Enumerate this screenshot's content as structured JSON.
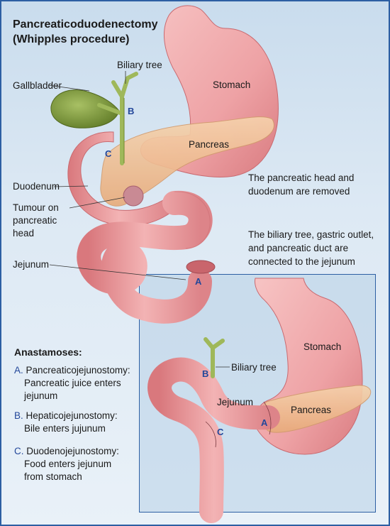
{
  "title": {
    "line1": "Pancreaticoduodenectomy",
    "line2": "(Whipples procedure)"
  },
  "labels": {
    "biliary_tree": "Biliary tree",
    "gallbladder": "Gallbladder",
    "stomach": "Stomach",
    "pancreas": "Pancreas",
    "duodenum": "Duodenum",
    "tumour_l1": "Tumour on",
    "tumour_l2": "pancreatic",
    "tumour_l3": "head",
    "jejunum": "Jejunum",
    "B": "B",
    "C": "C",
    "A": "A"
  },
  "notes": {
    "removed_l1": "The pancreatic head and",
    "removed_l2": "duodenum are removed",
    "connected_l1": "The biliary tree, gastric outlet,",
    "connected_l2": "and pancreatic duct are",
    "connected_l3": "connected to the jejunum"
  },
  "inset": {
    "stomach": "Stomach",
    "biliary_tree": "Biliary tree",
    "jejunum": "Jejunum",
    "pancreas": "Pancreas",
    "B": "B",
    "C": "C",
    "A": "A"
  },
  "anastamoses": {
    "heading": "Anastamoses:",
    "items": [
      {
        "letter": "A.",
        "l1": "Pancreaticojejunostomy:",
        "l2": "Pancreatic juice enters",
        "l3": "jejunum"
      },
      {
        "letter": "B.",
        "l1": "Hepaticojejunostomy:",
        "l2": "Bile enters jujunum",
        "l3": ""
      },
      {
        "letter": "C.",
        "l1": "Duodenojejunostomy:",
        "l2": "Food enters jejunum",
        "l3": "from stomach"
      }
    ]
  },
  "colors": {
    "frame": "#2d5fa3",
    "letters": "#23479a",
    "organ": "#eaa0a2",
    "pancreas": "#f3c59a",
    "gallbladder": "#7d9a3c"
  }
}
